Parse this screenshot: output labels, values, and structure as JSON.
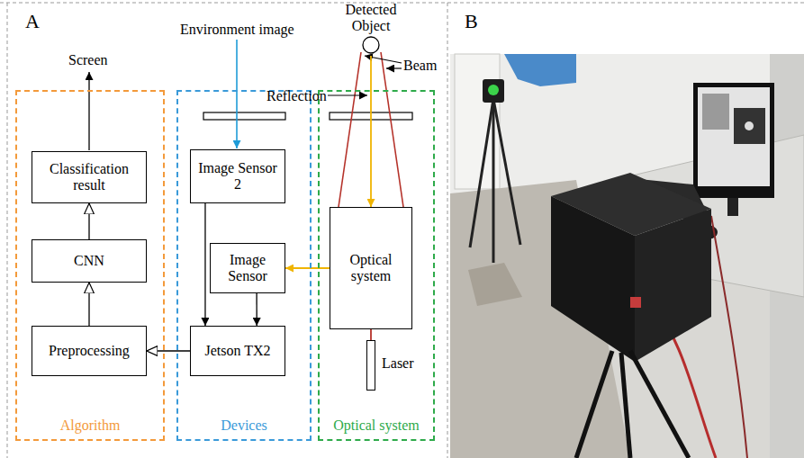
{
  "diagram": {
    "nodes": [
      {
        "text": [
          "Algorithm"
        ]
      },
      {
        "text": [
          "Classification result"
        ],
        "in": 0
      },
      {
        "text": [
          "CNN"
        ],
        "in": 0
      },
      {
        "text": [
          "Preprocessing"
        ],
        "in": 0
      },
      {
        "text": [
          "Devices"
        ]
      },
      {
        "text": [
          "Image Sensor 2"
        ],
        "in": 4
      },
      {
        "text": [
          "Image Sensor"
        ],
        "in": 4
      },
      {
        "text": [
          "Jetson TX2"
        ],
        "in": 4
      },
      {
        "text": [
          "Optical system"
        ]
      },
      {
        "text": [
          "Optical system"
        ],
        "in": 8
      },
      {
        "text": [
          "Laser"
        ],
        "in": 8
      },
      {
        "text": [
          "Detected Object"
        ]
      }
    ],
    "edges": [
      {
        "from": 3,
        "to": 2,
        "arrow": "to"
      },
      {
        "from": 2,
        "to": 1,
        "arrow": "to"
      },
      {
        "from": 7,
        "to": 3,
        "arrow": "to"
      },
      {
        "from": 5,
        "to": 7,
        "arrow": "to"
      },
      {
        "from": 6,
        "to": 7,
        "arrow": "to"
      },
      {
        "from": 9,
        "to": 6,
        "arrow": "to"
      },
      {
        "from": 10,
        "to": 9,
        "arrow": "none"
      },
      {
        "from": 11,
        "to": 9,
        "arrow": "to"
      }
    ],
    "labels": [
      "A",
      "Screen",
      "Environment image",
      "Reflection",
      "Beam",
      "B"
    ]
  }
}
